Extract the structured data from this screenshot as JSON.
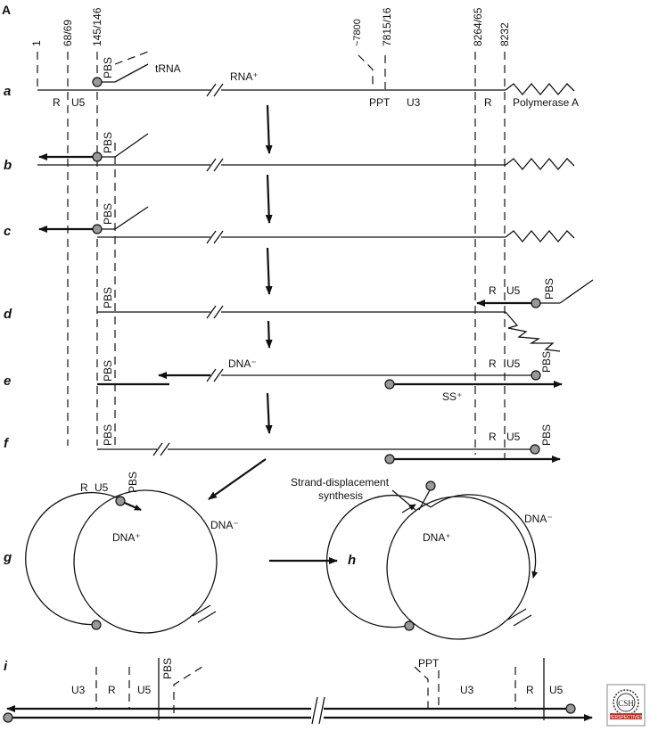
{
  "panel_label": "A",
  "positions": {
    "p1": "1",
    "p68": "68/69",
    "p145": "145/146",
    "p7800": "~7800",
    "p7815": "7815/16",
    "p8264": "8264/65",
    "p8232": "8232"
  },
  "rows": [
    "a",
    "b",
    "c",
    "d",
    "e",
    "f",
    "g",
    "h",
    "i"
  ],
  "labels": {
    "pbs": "PBS",
    "trna": "tRNA",
    "rna_plus": "RNA⁺",
    "r": "R",
    "u5": "U5",
    "u3": "U3",
    "ppt": "PPT",
    "polya": "Polymerase A",
    "dna_minus": "DNA⁻",
    "ss_plus": "SS⁺",
    "dna_plus": "DNA⁺",
    "strand_disp_1": "Strand-displacement",
    "strand_disp_2": "synthesis"
  },
  "logo": {
    "text": "CSH",
    "subtext": "PERSPECTIVES"
  }
}
